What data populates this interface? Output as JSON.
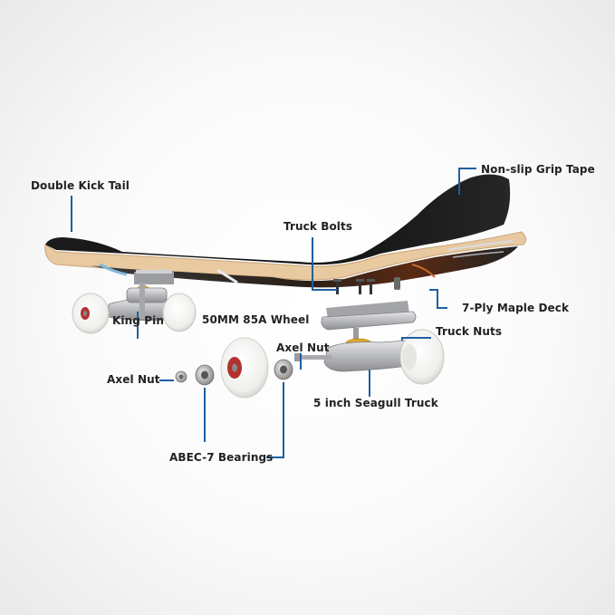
{
  "labels": {
    "double_kick_tail": "Double Kick Tail",
    "non_slip_grip_tape": "Non-slip Grip Tape",
    "truck_bolts": "Truck Bolts",
    "seven_ply_maple_deck": "7-Ply Maple Deck",
    "king_pin": "King Pin",
    "wheel": "50MM 85A Wheel",
    "truck_nuts": "Truck Nuts",
    "axel_nut_right": "Axel Nut",
    "axel_nut_left": "Axel Nut",
    "seagull_truck": "5 inch Seagull Truck",
    "bearings": "ABEC-7 Bearings"
  },
  "colors": {
    "leader_line": "#1f5fa0",
    "grip_tape": "#141414",
    "maple_ply": "#e8c9a0",
    "wheel": "#f4f4f2",
    "truck_metal": "#c8c9cc",
    "bushing": "#e0a82a",
    "bearing_core": "#b2322e"
  }
}
